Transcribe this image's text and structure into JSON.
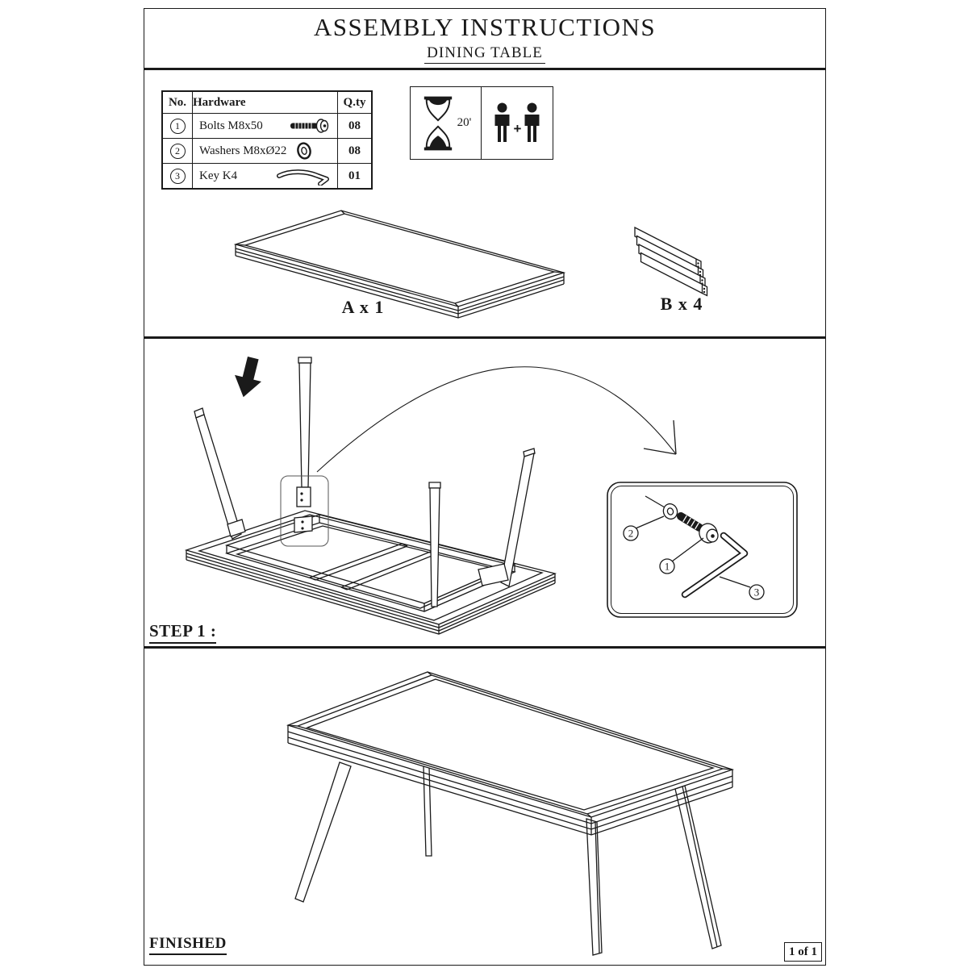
{
  "header": {
    "title": "ASSEMBLY INSTRUCTIONS",
    "subtitle": "DINING TABLE"
  },
  "hardware_table": {
    "headers": {
      "no": "No.",
      "hardware": "Hardware",
      "qty": "Q.ty"
    },
    "rows": [
      {
        "no": "1",
        "name": "Bolts M8x50",
        "qty": "08",
        "icon": "bolt-icon"
      },
      {
        "no": "2",
        "name": "Washers M8xØ22",
        "qty": "08",
        "icon": "washer-icon"
      },
      {
        "no": "3",
        "name": "Key K4",
        "qty": "01",
        "icon": "allen-key-icon"
      }
    ]
  },
  "info": {
    "time": "20'",
    "plus": "+"
  },
  "parts": {
    "tabletop_label": "A x 1",
    "legs_label": "B x 4"
  },
  "step": {
    "label": "STEP 1 :"
  },
  "callout": {
    "washer_no": "2",
    "bolt_no": "1",
    "key_no": "3"
  },
  "footer": {
    "finished": "FINISHED",
    "page": "1 of 1"
  },
  "colors": {
    "line": "#1a1a1a",
    "paper": "#ffffff"
  }
}
